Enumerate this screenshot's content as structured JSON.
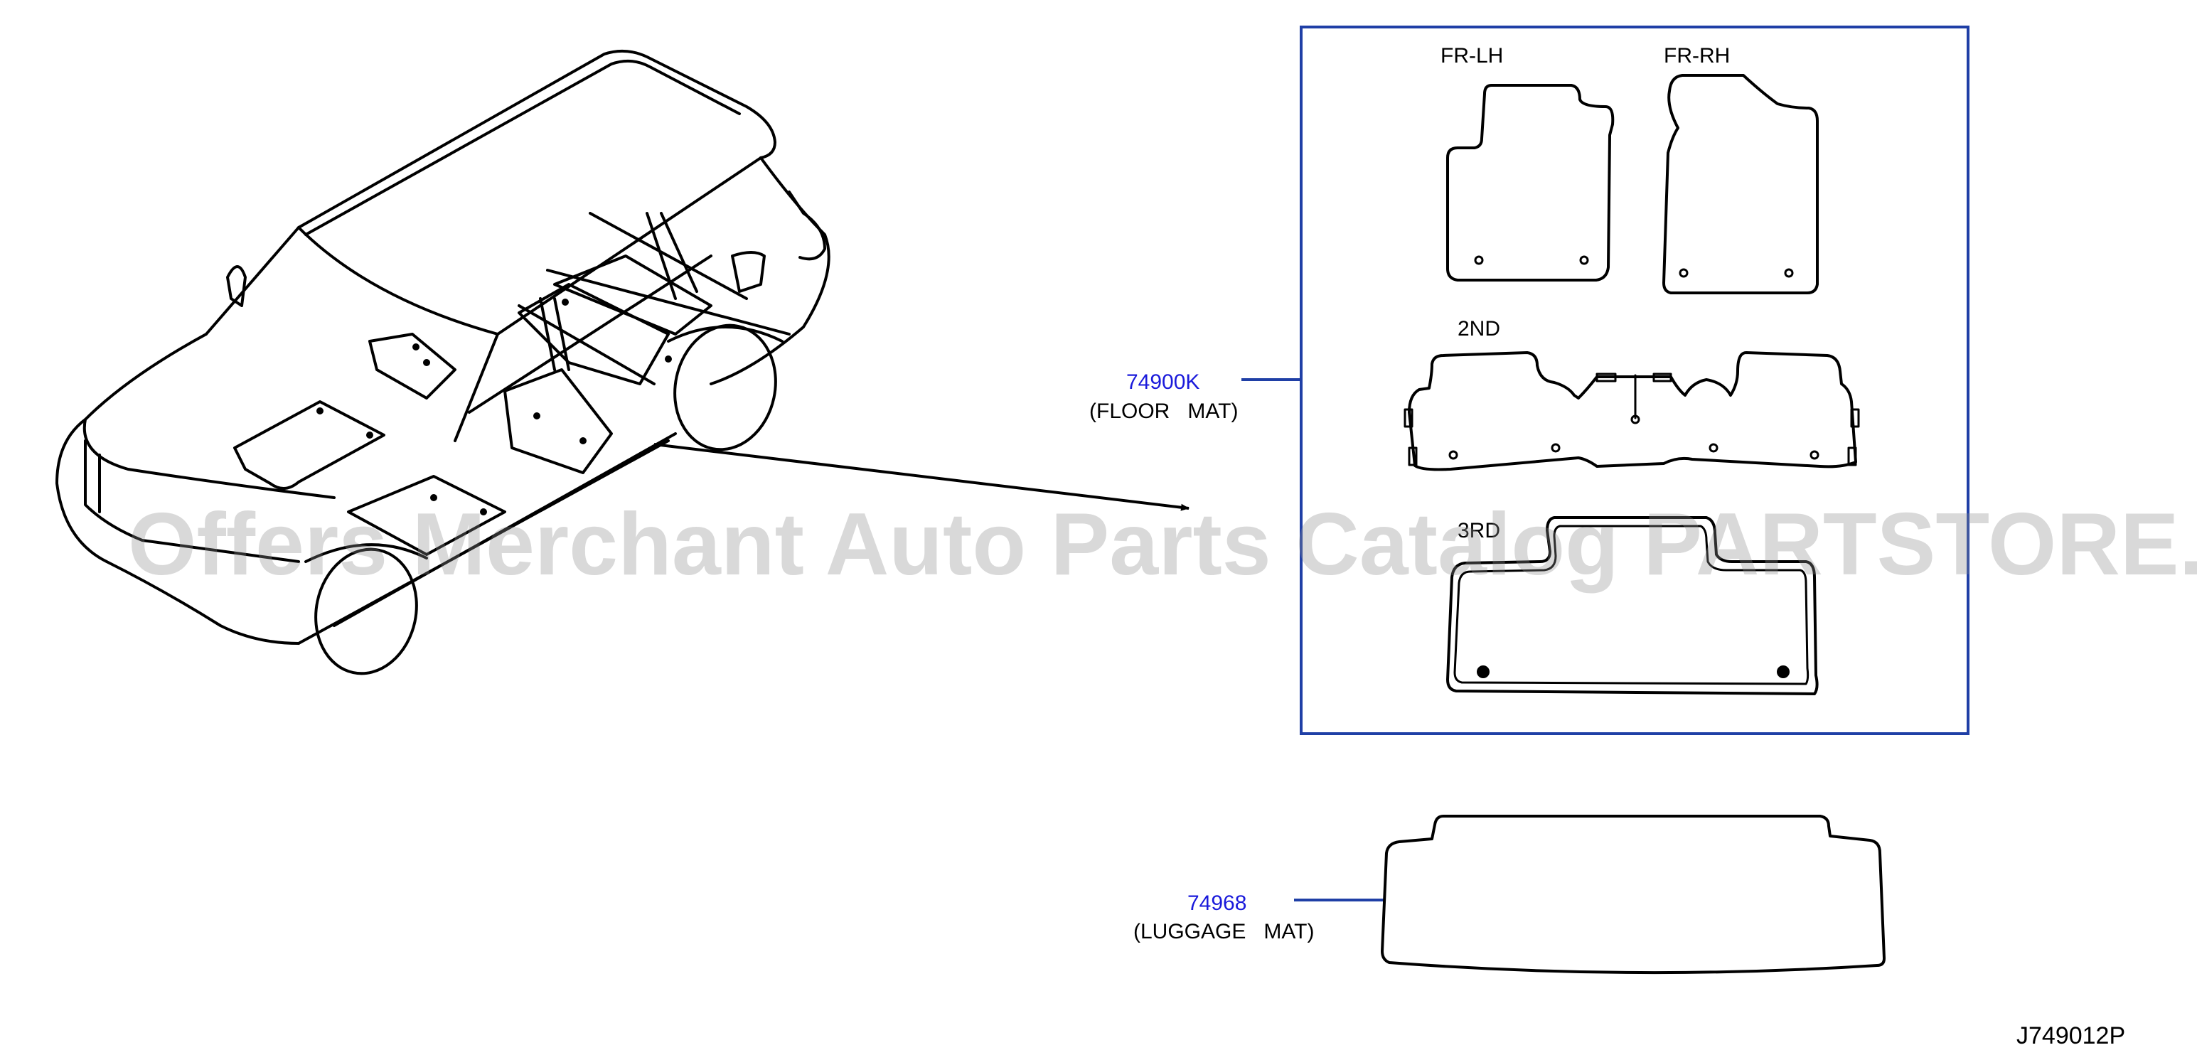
{
  "parts": [
    {
      "number": "74900K",
      "name": "(FLOOR   MAT)"
    },
    {
      "number": "74968",
      "name": "(LUGGAGE   MAT)"
    }
  ],
  "mat_labels": {
    "fr_lh": "FR-LH",
    "fr_rh": "FR-RH",
    "second_row": "2ND",
    "third_row": "3RD"
  },
  "diagram_code": "J749012P",
  "watermark": "Offers Merchant Auto Parts Catalog PARTSTORE.SA",
  "colors": {
    "part_number": "#1a1adb",
    "callout_box": "#1f3fa6",
    "leader_line": "#1f3fa6",
    "line_art": "#000000",
    "watermark": "#8c8c8c"
  }
}
